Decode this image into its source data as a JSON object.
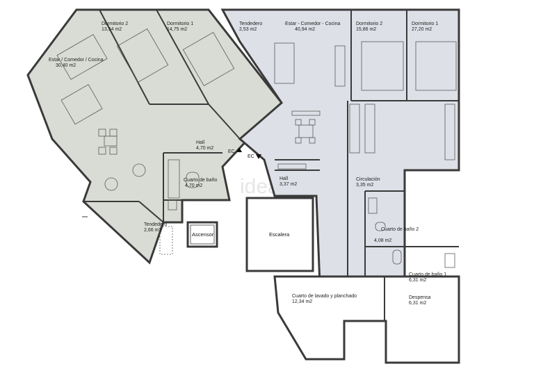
{
  "colors": {
    "left_unit": "#d8dcd4",
    "right_unit": "#dde0e6",
    "wall": "#3a3a3a",
    "furniture": "#5a5a5a"
  },
  "rooms": {
    "estar_left": {
      "name": "Estar / Comedor / Cocina",
      "area": "30,40 m2"
    },
    "dorm2_left": {
      "name": "Dormitorio 2",
      "area": "13,54 m2"
    },
    "dorm1_left": {
      "name": "Dormitorio 1",
      "area": "14,75 m2"
    },
    "tendedero_top": {
      "name": "Tendedero",
      "area": "2,53 m2"
    },
    "estar_right": {
      "name": "Estar - Comedor - Cocina",
      "area": "40,94 m2"
    },
    "dorm2_right": {
      "name": "Dormitorio 2",
      "area": "15,86 m2"
    },
    "dorm1_right": {
      "name": "Dormitorio 1",
      "area": "27,20 m2"
    },
    "hall_left": {
      "name": "Hall",
      "area": "4,70 m2"
    },
    "bano_left": {
      "name": "Cuarto de baño",
      "area": "4,70 m2"
    },
    "hall_right": {
      "name": "Hall",
      "area": "3,37 m2"
    },
    "circulacion": {
      "name": "Circulación",
      "area": "3,35 m2"
    },
    "bano2": {
      "name": "Cuarto de baño 2",
      "area": "4,08 m2"
    },
    "bano1": {
      "name": "Cuarto de baño 1",
      "area": "6,31 m2"
    },
    "tendedero_bottom": {
      "name": "Tendedero",
      "area": "2,66 m2"
    },
    "ascensor": {
      "name": "Ascensor"
    },
    "escalera": {
      "name": "Escalera"
    },
    "lavado": {
      "name": "Cuarto de lavado y planchado",
      "area": "12,34 m2"
    },
    "despensa": {
      "name": "Despensa",
      "area": "6,31 m2"
    }
  },
  "ec_labels": [
    "EC",
    "EC"
  ],
  "watermark": "idealista"
}
